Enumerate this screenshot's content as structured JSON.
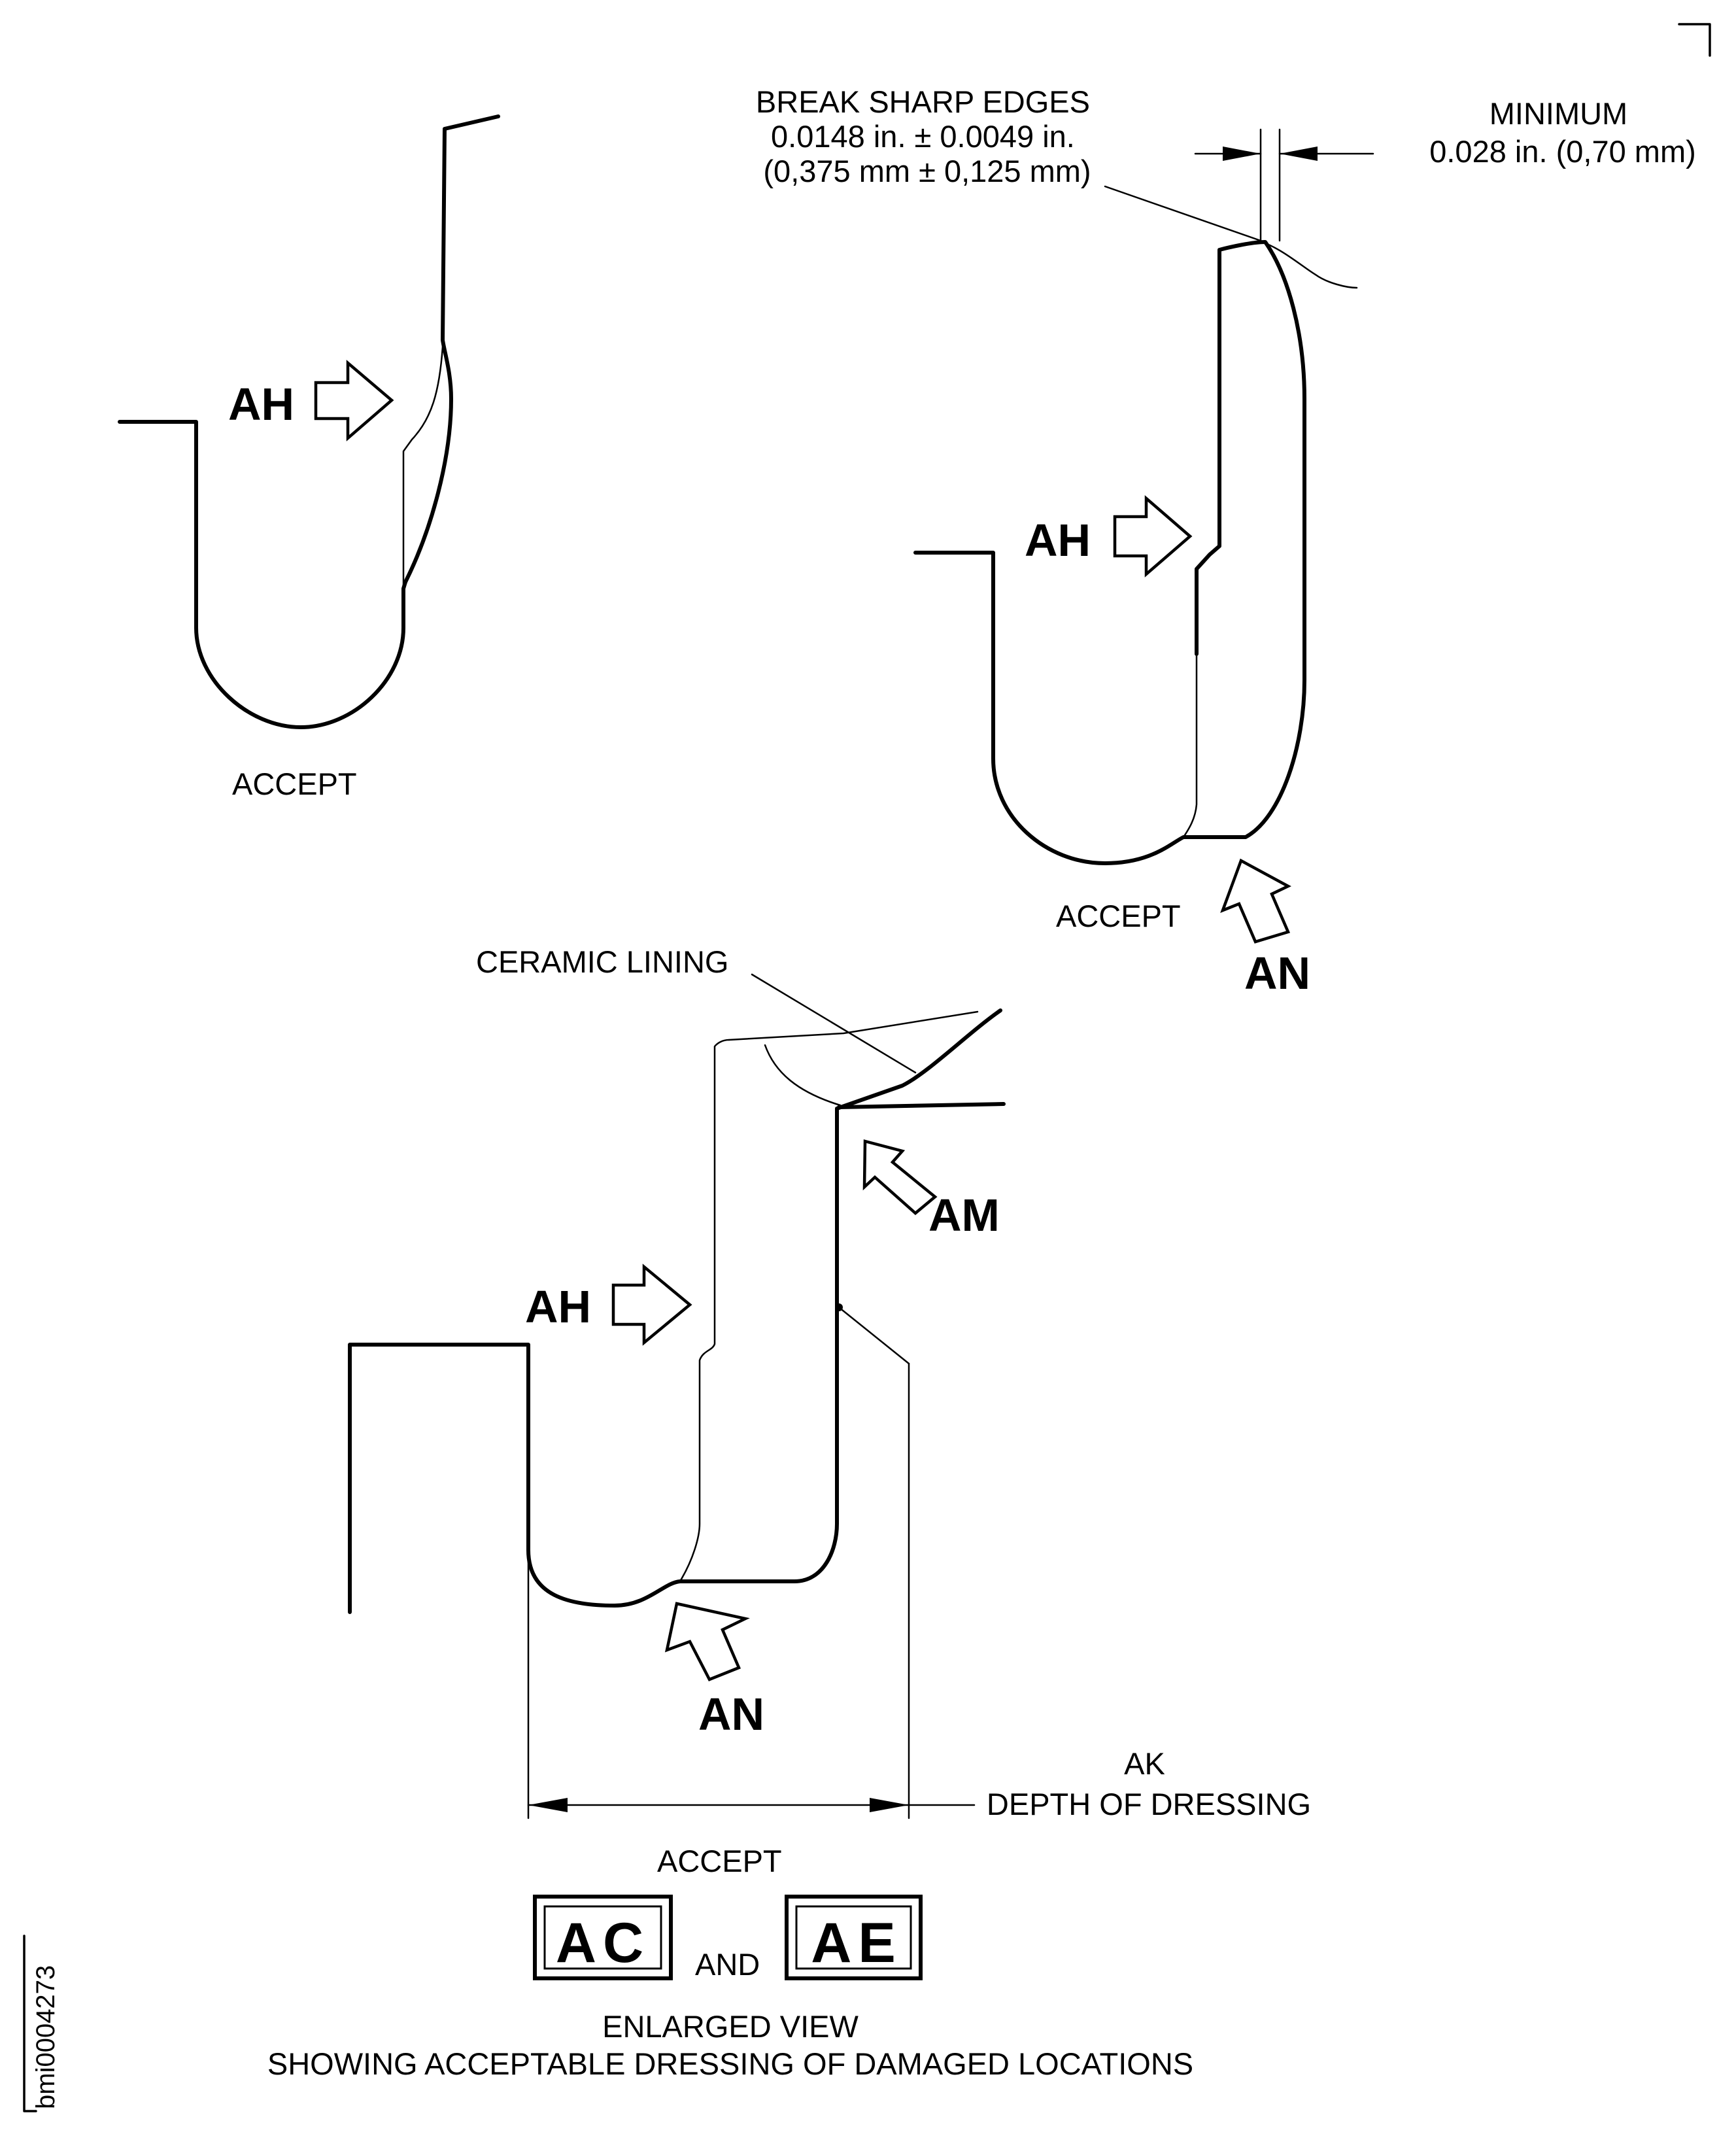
{
  "views": {
    "top_left": {
      "caption": "ACCEPT",
      "callout": "AH"
    },
    "top_right": {
      "caption": "ACCEPT",
      "callouts": [
        "AH",
        "AN"
      ],
      "break_edges_note": [
        "BREAK SHARP EDGES",
        "0.0148 in. ± 0.0049 in.",
        "(0,375 mm ± 0,125 mm)"
      ],
      "minimum_note": [
        "MINIMUM",
        "0.028 in. (0,70 mm)"
      ]
    },
    "bottom": {
      "caption": "ACCEPT",
      "callouts": [
        "AH",
        "AM",
        "AN"
      ],
      "lining_label": "CERAMIC LINING",
      "depth_label": [
        "AK",
        "DEPTH OF DRESSING"
      ]
    }
  },
  "reference_boxes": {
    "first": "AC",
    "joiner": "AND",
    "second": "AE"
  },
  "footer": {
    "title": "ENLARGED VIEW",
    "subtitle": "SHOWING ACCEPTABLE DRESSING OF DAMAGED LOCATIONS"
  },
  "figure_id": "bmi0004273"
}
